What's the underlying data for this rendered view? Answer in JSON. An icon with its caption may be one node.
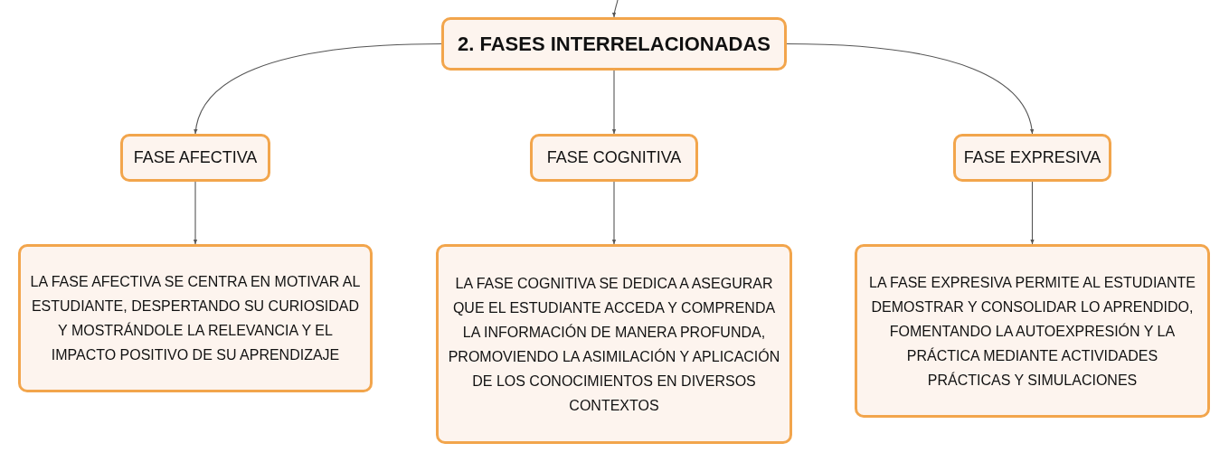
{
  "diagram": {
    "nodes": [
      {
        "text": [
          "2. FASES INTERRELACIONADAS"
        ]
      },
      {
        "text": [
          "FASE AFECTIVA"
        ]
      },
      {
        "text": [
          "FASE COGNITIVA"
        ]
      },
      {
        "text": [
          "FASE EXPRESIVA"
        ]
      },
      {
        "text": [
          "LA FASE AFECTIVA SE CENTRA EN MOTIVAR AL ESTUDIANTE, DESPERTANDO SU CURIOSIDAD Y MOSTRÁNDOLE LA RELEVANCIA Y EL IMPACTO POSITIVO DE SU APRENDIZAJE"
        ]
      },
      {
        "text": [
          "LA FASE COGNITIVA SE DEDICA A ASEGURAR QUE EL ESTUDIANTE ACCEDA Y COMPRENDA LA INFORMACIÓN DE MANERA PROFUNDA, PROMOVIENDO LA ASIMILACIÓN Y APLICACIÓN DE LOS CONOCIMIENTOS EN DIVERSOS CONTEXTOS"
        ]
      },
      {
        "text": [
          "LA FASE EXPRESIVA PERMITE AL ESTUDIANTE DEMOSTRAR Y CONSOLIDAR LO APRENDIDO, FOMENTANDO LA AUTOEXPRESIÓN Y LA PRÁCTICA MEDIANTE ACTIVIDADES PRÁCTICAS Y SIMULACIONES"
        ]
      }
    ],
    "edges": [
      {
        "from": null,
        "to": 0,
        "arrow": "to"
      },
      {
        "from": 0,
        "to": 1,
        "arrow": "to"
      },
      {
        "from": 0,
        "to": 2,
        "arrow": "to"
      },
      {
        "from": 0,
        "to": 3,
        "arrow": "to"
      },
      {
        "from": 1,
        "to": 4,
        "arrow": "to"
      },
      {
        "from": 2,
        "to": 5,
        "arrow": "to"
      },
      {
        "from": 3,
        "to": 6,
        "arrow": "to"
      }
    ]
  }
}
